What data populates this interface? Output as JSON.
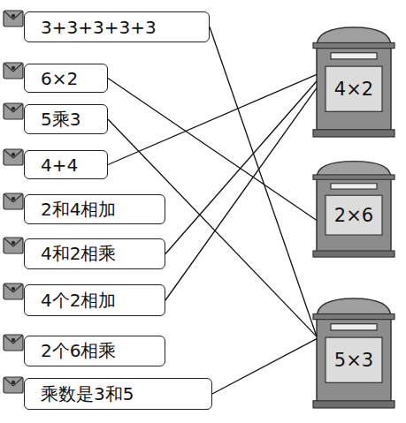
{
  "diagram": {
    "nodes": [
      {
        "text": [
          "3+3+3+3+3"
        ]
      },
      {
        "text": [
          "6×2"
        ]
      },
      {
        "text": [
          "5乘3"
        ]
      },
      {
        "text": [
          "4+4"
        ]
      },
      {
        "text": [
          "2和4相加"
        ]
      },
      {
        "text": [
          "4和2相乘"
        ]
      },
      {
        "text": [
          "4个2相加"
        ]
      },
      {
        "text": [
          "2个6相乘"
        ]
      },
      {
        "text": [
          "乘数是3和5"
        ]
      },
      {
        "text": [
          "4×2"
        ]
      },
      {
        "text": [
          "2×6"
        ]
      },
      {
        "text": [
          "5×3"
        ]
      }
    ],
    "edges": [
      {
        "from": 0,
        "to": 11,
        "arrow": "none"
      },
      {
        "from": 1,
        "to": 10,
        "arrow": "none"
      },
      {
        "from": 2,
        "to": 11,
        "arrow": "none"
      },
      {
        "from": 3,
        "to": 9,
        "arrow": "none"
      },
      {
        "from": 5,
        "to": 9,
        "arrow": "none"
      },
      {
        "from": 6,
        "to": 9,
        "arrow": "none"
      },
      {
        "from": 8,
        "to": 11,
        "arrow": "none"
      }
    ]
  }
}
